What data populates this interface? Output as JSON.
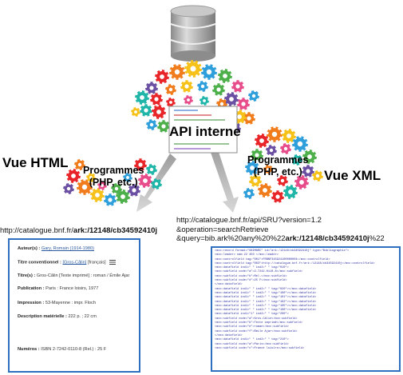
{
  "labels": {
    "api": "API interne",
    "vue_html": "Vue HTML",
    "vue_xml": "Vue XML",
    "prog_left": [
      "Programmes",
      "(PHP, etc.)"
    ],
    "prog_right": [
      "Programmes",
      "(PHP, etc.)"
    ]
  },
  "url_html": {
    "prefix": "http://catalogue.bnf.fr/",
    "bold": "ark:/12148/cb34592410j"
  },
  "url_sru": {
    "line1": "http://catalogue.bnf.fr/api/SRU?version=1.2",
    "line2": "&operation=searchRetrieve",
    "line3_prefix": "&query=bib.ark%20any%20%22",
    "line3_bold": "ark:/12148/cb34592410j",
    "line3_suffix": "%22"
  },
  "html_record": {
    "author_label": "Auteur(s) :",
    "author_value": "Gary, Romain (1914-1980)",
    "conv_title_label": "Titre conventionnel :",
    "conv_title_value": "[Gros-Câlin]",
    "conv_title_suffix": "[français]",
    "title_label": "Titre(s) :",
    "title_value": "Gros-Câlin [Texte imprimé] : roman / Émile Ajar",
    "pub_label": "Publication :",
    "pub_value": "Paris : France loisirs, 1977",
    "print_label": "Impression :",
    "print_value": "53-Mayenne : impr. Floch",
    "desc_label": "Description matérielle :",
    "desc_value": "222 p. ; 22 cm",
    "num_label": "Numéros :",
    "num_value": "ISBN 2-7242-0110-8 (Rel.) : 25 F"
  },
  "xml_record": {
    "lines": [
      "<mxc:record format=\"UNIMARC\" id=\"ark:/12148/cb34592410j\" type=\"Bibliographic\">",
      "  <mxc:leader>  nam 22 450 </mxc:leader>",
      "  <mxc:controlfield tag=\"001\">FRBNF345924100000004</mxc:controlfield>",
      "  <mxc:controlfield tag=\"003\">http://catalogue.bnf.fr/ark:/12148/cb34592410j</mxc:controlfield>",
      "  <mxc:datafield ind1=\" \" ind2=\" \" tag=\"010\">",
      "    <mxc:subfield code=\"a\">2-7242-0110-8</mxc:subfield>",
      "    <mxc:subfield code=\"b\">Rel.</mxc:subfield>",
      "    <mxc:subfield code=\"d\">25 F</mxc:subfield>",
      "  </mxc:datafield>",
      "  <mxc:datafield ind1=\" \" ind2=\" \" tag=\"020\"></mxc:datafield>",
      "  <mxc:datafield ind1=\" \" ind2=\" \" tag=\"100\"></mxc:datafield>",
      "  <mxc:datafield ind1=\" \" ind2=\" \" tag=\"101\"></mxc:datafield>",
      "  <mxc:datafield ind1=\" \" ind2=\" \" tag=\"102\"></mxc:datafield>",
      "  <mxc:datafield ind1=\" \" ind2=\" \" tag=\"105\"></mxc:datafield>",
      "  <mxc:datafield ind1=\" \" ind2=\" \" tag=\"106\"></mxc:datafield>",
      "  <mxc:datafield ind1=\"1\" ind2=\" \" tag=\"200\">",
      "    <mxc:subfield code=\"a\">Gros-Câlin</mxc:subfield>",
      "    <mxc:subfield code=\"b\">Texte imprimé</mxc:subfield>",
      "    <mxc:subfield code=\"e\">roman</mxc:subfield>",
      "    <mxc:subfield code=\"f\">Émile Ajar</mxc:subfield>",
      "  </mxc:datafield>",
      "  <mxc:datafield ind1=\" \" ind2=\" \" tag=\"210\">",
      "    <mxc:subfield code=\"a\">Paris</mxc:subfield>",
      "    <mxc:subfield code=\"c\">France loisirs</mxc:subfield>"
    ]
  },
  "colors": {
    "card_border": "#2e6fbf",
    "arrow": "#b8b8b8",
    "db_body": "#a9a9a9",
    "gears": [
      "#e8262a",
      "#f07c1c",
      "#f6c21a",
      "#2f9fdc",
      "#4db04a",
      "#6a4fa3",
      "#e74c8b",
      "#1fb5a8"
    ]
  },
  "icons": [
    "database-icon",
    "gears-cluster-icon",
    "arrow-icon"
  ]
}
